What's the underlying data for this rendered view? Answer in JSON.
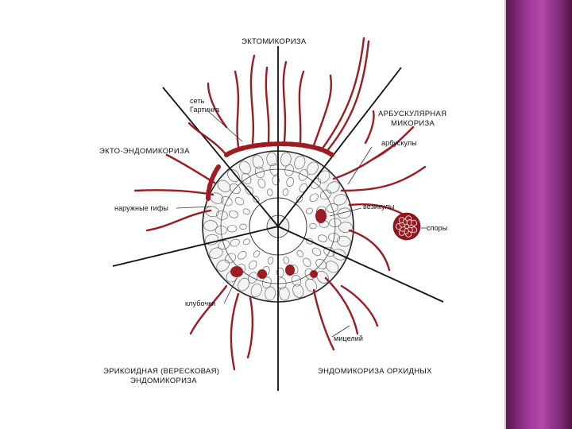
{
  "labels": {
    "ecto": "ЭКТОМИКОРИЗА",
    "hartig_line1": "сеть",
    "hartig_line2": "Гартинга",
    "arbuscular_line1": "АРБУСКУЛЯРНАЯ",
    "arbuscular_line2": "МИКОРИЗА",
    "arbuscules": "арбускулы",
    "ecto_endo": "ЭКТО-ЭНДОМИКОРИЗА",
    "vesicles": "везикулы",
    "outer_hyphae": "наружные гифы",
    "spores": "споры",
    "coils": "клубочки",
    "mycelium": "мицелий",
    "ericoid_line1": "ЭРИКОИДНАЯ (ВЕРЕСКОВАЯ)",
    "ericoid_line2": "ЭНДОМИКОРИЗА",
    "orchid": "ЭНДОМИКОРИЗА ОРХИДНЫХ"
  },
  "colors": {
    "fungus": "#9c1c22",
    "ink": "#111111",
    "panel": "#a4379b"
  }
}
